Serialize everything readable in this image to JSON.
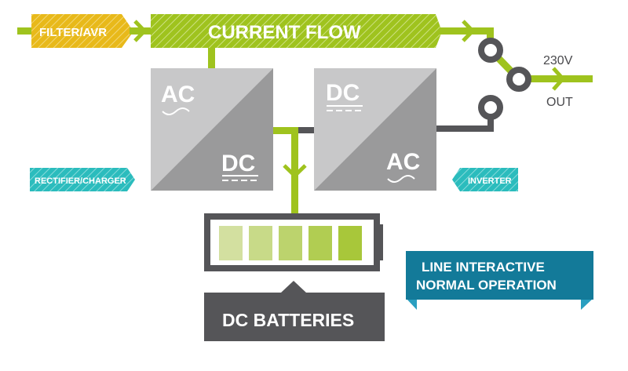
{
  "title": "Line Interactive UPS - Normal Operation",
  "colors": {
    "green": "#9fc31e",
    "green_dark": "#8db31a",
    "yellow": "#e8b91a",
    "teal": "#2bbcbd",
    "blue_banner": "#137a99",
    "blue_banner_fold": "#2a9fc0",
    "dark_gray": "#555558",
    "box_light": "#c8c8c9",
    "box_dark": "#9a9a9b"
  },
  "labels": {
    "filter_avr": "FILTER/AVR",
    "current_flow": "CURRENT FLOW",
    "output_voltage": "230V",
    "output": "OUT",
    "rectifier_charger": "RECTIFIER/CHARGER",
    "inverter": "INVERTER",
    "dc_batteries": "DC BATTERIES"
  },
  "rectifier": {
    "input_label": "AC",
    "output_label": "DC"
  },
  "inverter_box": {
    "input_label": "DC",
    "output_label": "AC"
  },
  "battery": {
    "cells": 5,
    "charge_fraction": 1.0,
    "cell_colors": [
      "#d3e0a0",
      "#c8da88",
      "#bcd36d",
      "#b1cd52",
      "#a8c73a"
    ]
  },
  "banner": {
    "line1": "LINE INTERACTIVE",
    "line2": "NORMAL OPERATION"
  }
}
